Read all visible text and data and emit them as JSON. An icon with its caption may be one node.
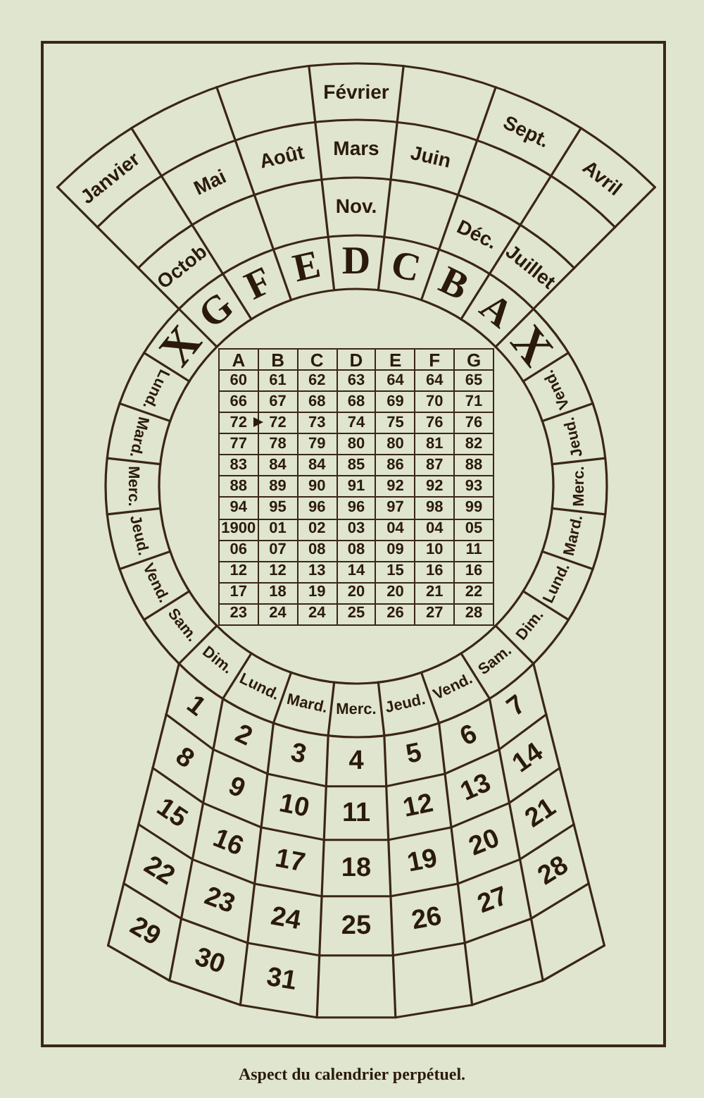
{
  "diagram": {
    "caption": "Aspect du calendrier perpétuel.",
    "labels": [
      "Février",
      "Sept.",
      "Janvier",
      "Mai",
      "Août",
      "Mars",
      "Juin",
      "Avril",
      "Nov.",
      "Déc.",
      "Octob",
      "Juillet",
      "X",
      "G",
      "F",
      "E",
      "D",
      "C",
      "B",
      "A",
      "X",
      "A",
      "B",
      "C",
      "D",
      "E",
      "F",
      "G",
      "60",
      "61",
      "62",
      "63",
      "64",
      "64",
      "65",
      "66",
      "67",
      "68",
      "68",
      "69",
      "70",
      "71",
      "72",
      "72",
      "73",
      "74",
      "75",
      "76",
      "76",
      "77",
      "78",
      "79",
      "80",
      "80",
      "81",
      "82",
      "83",
      "84",
      "84",
      "85",
      "86",
      "87",
      "88",
      "88",
      "89",
      "90",
      "91",
      "92",
      "92",
      "93",
      "94",
      "95",
      "96",
      "96",
      "97",
      "98",
      "99",
      "1900",
      "01",
      "02",
      "03",
      "04",
      "04",
      "05",
      "06",
      "07",
      "08",
      "08",
      "09",
      "10",
      "11",
      "12",
      "12",
      "13",
      "14",
      "15",
      "16",
      "16",
      "17",
      "18",
      "19",
      "20",
      "20",
      "21",
      "22",
      "23",
      "24",
      "24",
      "25",
      "26",
      "27",
      "28",
      "Lund.",
      "Mard.",
      "Merc.",
      "Jeud.",
      "Vend.",
      "Sam.",
      "Vend.",
      "Jeud.",
      "Merc.",
      "Mard.",
      "Lund.",
      "Dim.",
      "Dim.",
      "Lund.",
      "Mard.",
      "Merc.",
      "Jeud.",
      "Vend.",
      "Sam.",
      "1",
      "2",
      "3",
      "4",
      "5",
      "6",
      "7",
      "8",
      "9",
      "10",
      "11",
      "12",
      "13",
      "14",
      "15",
      "16",
      "17",
      "18",
      "19",
      "20",
      "21",
      "22",
      "23",
      "24",
      "25",
      "26",
      "27",
      "28",
      "29",
      "30",
      "31"
    ]
  }
}
